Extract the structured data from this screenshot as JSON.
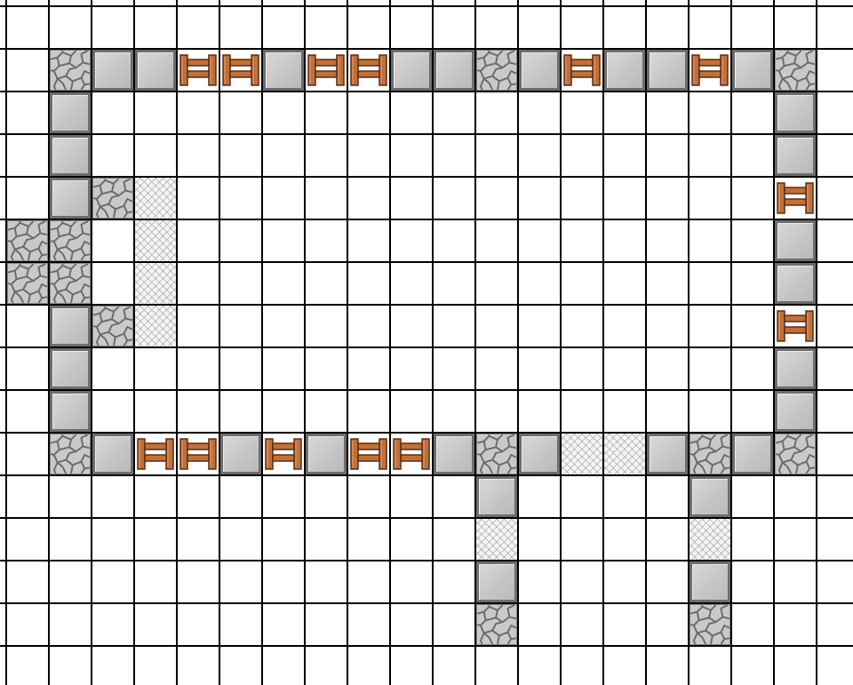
{
  "map": {
    "tiles": [
      {
        "type": "cobble",
        "col": 1,
        "row": 1
      },
      {
        "type": "wall",
        "col": 2,
        "row": 1
      },
      {
        "type": "wall",
        "col": 3,
        "row": 1
      },
      {
        "type": "fence",
        "col": 4,
        "row": 1
      },
      {
        "type": "fence",
        "col": 5,
        "row": 1
      },
      {
        "type": "wall",
        "col": 6,
        "row": 1
      },
      {
        "type": "fence",
        "col": 7,
        "row": 1
      },
      {
        "type": "fence",
        "col": 8,
        "row": 1
      },
      {
        "type": "wall",
        "col": 9,
        "row": 1
      },
      {
        "type": "wall",
        "col": 10,
        "row": 1
      },
      {
        "type": "cobble",
        "col": 11,
        "row": 1
      },
      {
        "type": "wall",
        "col": 12,
        "row": 1
      },
      {
        "type": "fence",
        "col": 13,
        "row": 1
      },
      {
        "type": "wall",
        "col": 14,
        "row": 1
      },
      {
        "type": "wall",
        "col": 15,
        "row": 1
      },
      {
        "type": "fence",
        "col": 16,
        "row": 1
      },
      {
        "type": "wall",
        "col": 17,
        "row": 1
      },
      {
        "type": "cobble",
        "col": 18,
        "row": 1
      },
      {
        "type": "wall",
        "col": 1,
        "row": 2
      },
      {
        "type": "wall",
        "col": 1,
        "row": 3
      },
      {
        "type": "wall",
        "col": 1,
        "row": 4
      },
      {
        "type": "cobble",
        "col": 2,
        "row": 4
      },
      {
        "type": "mesh",
        "col": 3,
        "row": 4
      },
      {
        "type": "cobble",
        "col": 0,
        "row": 5
      },
      {
        "type": "cobble",
        "col": 1,
        "row": 5
      },
      {
        "type": "mesh",
        "col": 3,
        "row": 5
      },
      {
        "type": "cobble",
        "col": 0,
        "row": 6
      },
      {
        "type": "cobble",
        "col": 1,
        "row": 6
      },
      {
        "type": "mesh",
        "col": 3,
        "row": 6
      },
      {
        "type": "wall",
        "col": 1,
        "row": 7
      },
      {
        "type": "cobble",
        "col": 2,
        "row": 7
      },
      {
        "type": "mesh",
        "col": 3,
        "row": 7
      },
      {
        "type": "wall",
        "col": 1,
        "row": 8
      },
      {
        "type": "wall",
        "col": 1,
        "row": 9
      },
      {
        "type": "wall",
        "col": 18,
        "row": 2
      },
      {
        "type": "wall",
        "col": 18,
        "row": 3
      },
      {
        "type": "fence",
        "col": 18,
        "row": 4
      },
      {
        "type": "wall",
        "col": 18,
        "row": 5
      },
      {
        "type": "wall",
        "col": 18,
        "row": 6
      },
      {
        "type": "fence",
        "col": 18,
        "row": 7
      },
      {
        "type": "wall",
        "col": 18,
        "row": 8
      },
      {
        "type": "wall",
        "col": 18,
        "row": 9
      },
      {
        "type": "cobble",
        "col": 1,
        "row": 10
      },
      {
        "type": "wall",
        "col": 2,
        "row": 10
      },
      {
        "type": "fence",
        "col": 3,
        "row": 10
      },
      {
        "type": "fence",
        "col": 4,
        "row": 10
      },
      {
        "type": "wall",
        "col": 5,
        "row": 10
      },
      {
        "type": "fence",
        "col": 6,
        "row": 10
      },
      {
        "type": "wall",
        "col": 7,
        "row": 10
      },
      {
        "type": "fence",
        "col": 8,
        "row": 10
      },
      {
        "type": "fence",
        "col": 9,
        "row": 10
      },
      {
        "type": "wall",
        "col": 10,
        "row": 10
      },
      {
        "type": "cobble",
        "col": 11,
        "row": 10
      },
      {
        "type": "wall",
        "col": 12,
        "row": 10
      },
      {
        "type": "mesh",
        "col": 13,
        "row": 10
      },
      {
        "type": "mesh",
        "col": 14,
        "row": 10
      },
      {
        "type": "wall",
        "col": 15,
        "row": 10
      },
      {
        "type": "cobble",
        "col": 16,
        "row": 10
      },
      {
        "type": "wall",
        "col": 17,
        "row": 10
      },
      {
        "type": "cobble",
        "col": 18,
        "row": 10
      },
      {
        "type": "wall",
        "col": 11,
        "row": 11
      },
      {
        "type": "mesh",
        "col": 11,
        "row": 12
      },
      {
        "type": "wall",
        "col": 11,
        "row": 13
      },
      {
        "type": "cobble",
        "col": 11,
        "row": 14
      },
      {
        "type": "wall",
        "col": 16,
        "row": 11
      },
      {
        "type": "mesh",
        "col": 16,
        "row": 12
      },
      {
        "type": "wall",
        "col": 16,
        "row": 13
      },
      {
        "type": "cobble",
        "col": 16,
        "row": 14
      }
    ]
  },
  "colors": {
    "grid_line": "#000000",
    "wall_fill": "#c6c6c6",
    "wall_border": "#6d6d6d",
    "cobble_fill": "#c9c9c9",
    "cobble_line": "#6a6a6a",
    "fence_wood": "#c0703c",
    "fence_outline": "#5a2e12",
    "mesh_line": "#969696"
  },
  "icons": {
    "wall": "stone-block-icon",
    "cobble": "cobblestone-icon",
    "fence": "wooden-fence-icon",
    "mesh": "glass-mesh-icon"
  }
}
